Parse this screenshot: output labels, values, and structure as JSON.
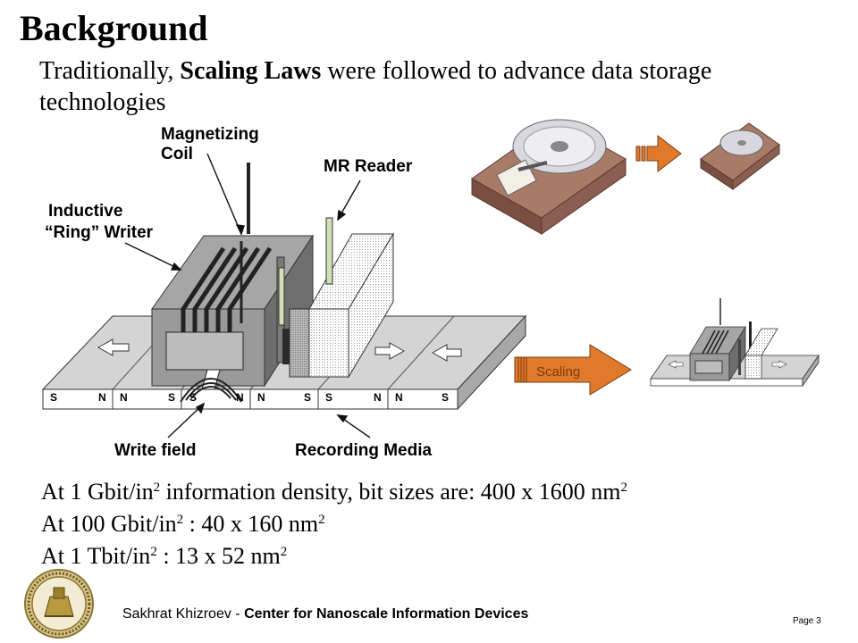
{
  "slide": {
    "title": "Background",
    "intro_prefix": "Traditionally, ",
    "intro_bold": "Scaling Laws",
    "intro_suffix": " were followed to advance data storage technologies"
  },
  "diagram": {
    "labels": {
      "magnetizing_line1": "Magnetizing",
      "magnetizing_line2": "Coil",
      "mr_reader": "MR Reader",
      "inductive_line1": "Inductive",
      "inductive_line2": "“Ring” Writer",
      "write_field": "Write field",
      "recording_media": "Recording Media"
    },
    "bit_letters": [
      "S",
      "N",
      "N",
      "S",
      "S",
      "N",
      "N",
      "S",
      "S",
      "N",
      "N",
      "S"
    ],
    "scaling_arrow_label": "Scaling"
  },
  "density_lines": [
    {
      "prefix": "At 1 Gbit/in",
      "sup1": "2",
      "middle": " information density, bit sizes are: 400 x 1600 nm",
      "sup2": "2"
    },
    {
      "prefix": "At 100 Gbit/in",
      "sup1": "2",
      "middle": " :  40 x 160 nm",
      "sup2": "2"
    },
    {
      "prefix": "At 1 Tbit/in",
      "sup1": "2",
      "middle": " :  13 x 52 nm",
      "sup2": "2"
    }
  ],
  "footer": {
    "author": "Sakhrat Khizroev - ",
    "center": "Center for Nanoscale Information Devices",
    "page": "Page 3"
  },
  "colors": {
    "arrow_orange": "#e07a2a",
    "media_gray": "#cfcfcf",
    "writer_gray": "#9a9a9a",
    "seal_gold": "#b89a3e"
  }
}
